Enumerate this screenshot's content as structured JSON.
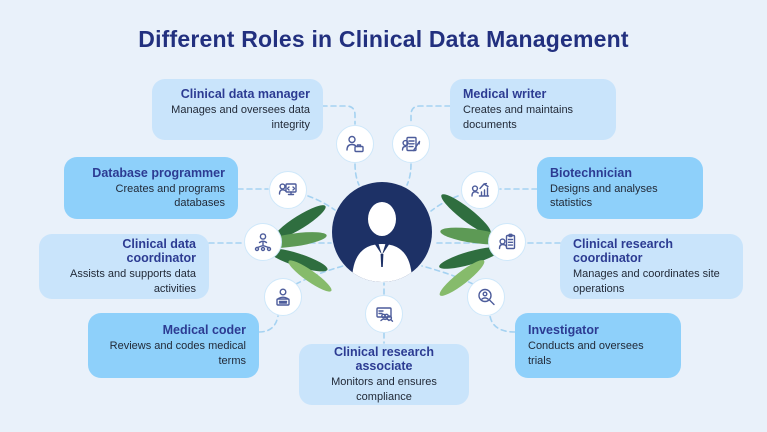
{
  "title": "Different Roles in Clinical Data Management",
  "colors": {
    "background": "#e9f1fa",
    "card_light": "#c9e4fb",
    "card_medium": "#8ed0fa",
    "center_navy": "#1d3166",
    "heading_navy": "#2c3b92",
    "title_navy": "#22307f",
    "body_text": "#222a38",
    "connector_dash": "#a5d2f1",
    "leaf_dark": "#2f6e3f",
    "leaf_mid": "#5d9a55",
    "leaf_light": "#86bb6b"
  },
  "center": {
    "icon": "person-avatar"
  },
  "roles": [
    {
      "name": "Clinical data manager",
      "description": "Manages and oversees data integrity",
      "icon": "person-briefcase-icon"
    },
    {
      "name": "Medical writer",
      "description": "Creates and maintains documents",
      "icon": "document-pen-icon"
    },
    {
      "name": "Database programmer",
      "description": "Creates and programs databases",
      "icon": "person-code-monitor-icon"
    },
    {
      "name": "Biotechnician",
      "description": "Designs and analyses statistics",
      "icon": "person-chart-icon"
    },
    {
      "name": "Clinical data coordinator",
      "description": "Assists and supports data activities",
      "icon": "org-hierarchy-icon"
    },
    {
      "name": "Clinical research coordinator",
      "description": "Manages and coordinates site operations",
      "icon": "person-clipboard-icon"
    },
    {
      "name": "Medical coder",
      "description": "Reviews and codes medical terms",
      "icon": "person-keyboard-icon"
    },
    {
      "name": "Investigator",
      "description": "Conducts and oversees trials",
      "icon": "magnifier-person-icon"
    },
    {
      "name": "Clinical research associate",
      "description": "Monitors and ensures compliance",
      "icon": "presentation-magnifier-icon"
    }
  ]
}
